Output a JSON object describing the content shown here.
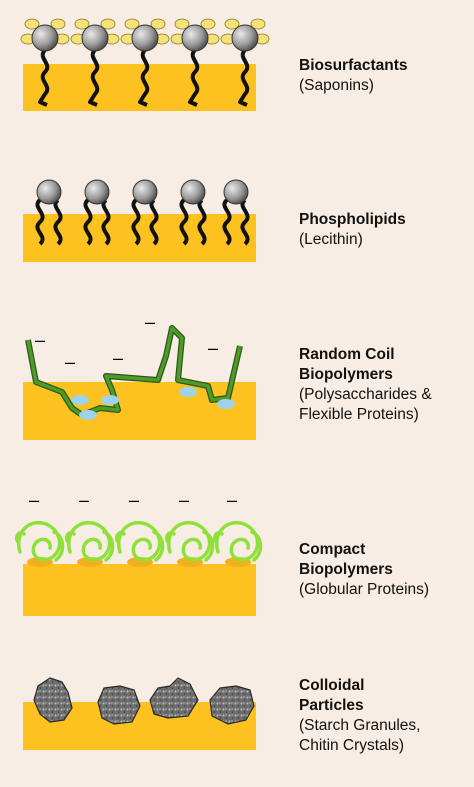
{
  "panels": [
    {
      "title": "Biosurfactants",
      "subtitle": "(Saponins)"
    },
    {
      "title": "Phospholipids",
      "subtitle": "(Lecithin)"
    },
    {
      "title": "Random Coil\nBiopolymers",
      "subtitle": "(Polysaccharides &\nFlexible Proteins)"
    },
    {
      "title": "Compact\nBiopolymers",
      "subtitle": "(Globular Proteins)"
    },
    {
      "title": "Colloidal\nParticles",
      "subtitle": "(Starch Granules,\nChitin Crystals)"
    }
  ],
  "charge_symbol": "–",
  "colors": {
    "background": "#f8ede4",
    "droplet": "#fdc21f",
    "head": "#9a9a9a",
    "tail": "#111111",
    "sugar": "#f6e27a",
    "coil": "#4f9a2c",
    "adsorbed_patch": "#9fd3ec",
    "globule": "#8fe03a",
    "particle": "#6e6e6e"
  }
}
